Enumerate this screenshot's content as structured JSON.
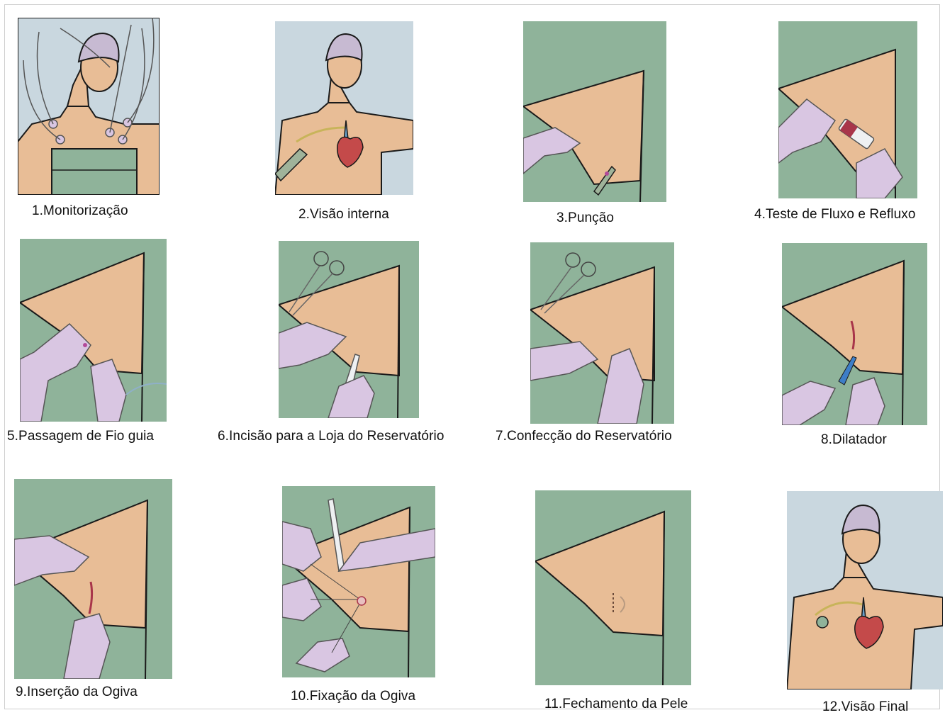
{
  "figure": {
    "colors": {
      "drape": "#8fb39a",
      "skin": "#e8bd96",
      "glove": "#d9c6e2",
      "background": "#c9d7df",
      "cap": "#c7bad2",
      "heart": "#c44a4a",
      "outline": "#1a1a1a"
    },
    "panels": [
      {
        "caption": "1.Monitorização",
        "icon": "patient-with-monitoring-leads"
      },
      {
        "caption": "2.Visão interna",
        "icon": "patient-internal-view"
      },
      {
        "caption": "3.Punção",
        "icon": "puncture-drape"
      },
      {
        "caption": "4.Teste de Fluxo e Refluxo",
        "icon": "syringe-flow-test"
      },
      {
        "caption": "5.Passagem de Fio guia",
        "icon": "guidewire-passage"
      },
      {
        "caption": "6.Incisão para a Loja do Reservatório",
        "icon": "incision-scalpel"
      },
      {
        "caption": "7.Confecção do Reservatório",
        "icon": "pocket-creation"
      },
      {
        "caption": "8.Dilatador",
        "icon": "dilator"
      },
      {
        "caption": "9.Inserção da Ogiva",
        "icon": "port-insertion"
      },
      {
        "caption": "10.Fixação da Ogiva",
        "icon": "port-fixation"
      },
      {
        "caption": "11.Fechamento da Pele",
        "icon": "skin-closure"
      },
      {
        "caption": "12.Visão Final",
        "icon": "patient-final-view"
      }
    ]
  }
}
